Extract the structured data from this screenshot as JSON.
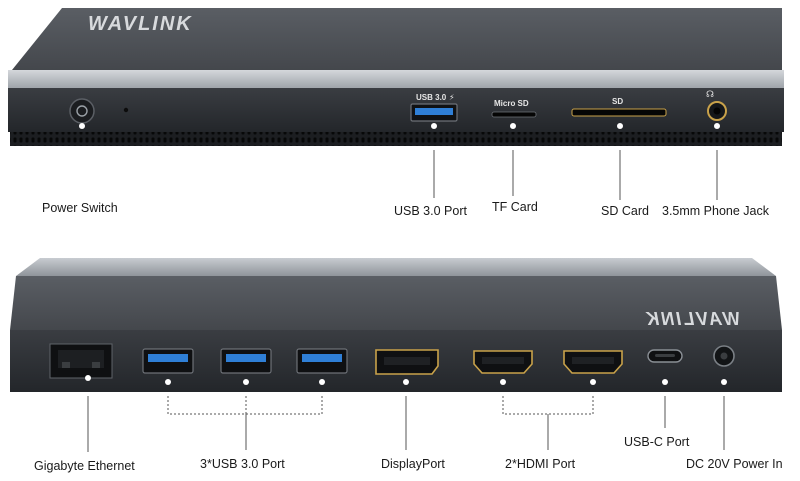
{
  "brand": "WAVLINK",
  "front_panel": {
    "port_labels": {
      "usb": "USB 3.0",
      "micro_sd": "Micro SD",
      "sd": "SD"
    },
    "callouts": {
      "power_switch": "Power Switch",
      "usb_port": "USB 3.0 Port",
      "tf_card": "TF Card",
      "sd_card": "SD Card",
      "phone_jack": "3.5mm Phone Jack"
    }
  },
  "rear_panel": {
    "callouts": {
      "ethernet": "Gigabyte Ethernet",
      "usb_ports": "3*USB 3.0 Port",
      "displayport": "DisplayPort",
      "hdmi": "2*HDMI Port",
      "usbc": "USB-C Port",
      "dc_power": "DC 20V Power In"
    }
  },
  "colors": {
    "body_dark": "#4a4d52",
    "body_face": "#2c2f34",
    "silver_strip": "#b9bdc3",
    "usb_blue": "#2f7fd6",
    "callout_line": "#555555"
  }
}
